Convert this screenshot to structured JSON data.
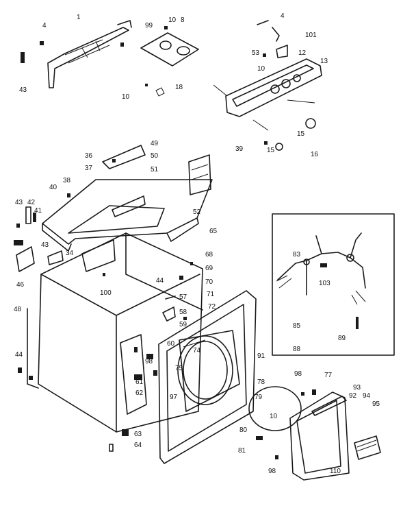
{
  "diagram": {
    "callouts": [
      {
        "id": "1",
        "text": "1"
      },
      {
        "id": "4",
        "text": "4"
      },
      {
        "id": "43a",
        "text": "43"
      },
      {
        "id": "10a",
        "text": "10"
      },
      {
        "id": "8",
        "text": "8"
      },
      {
        "id": "99",
        "text": "99"
      },
      {
        "id": "10b",
        "text": "10"
      },
      {
        "id": "18",
        "text": "18"
      },
      {
        "id": "4b",
        "text": "4"
      },
      {
        "id": "101",
        "text": "101"
      },
      {
        "id": "53",
        "text": "53"
      },
      {
        "id": "12",
        "text": "12"
      },
      {
        "id": "10c",
        "text": "10"
      },
      {
        "id": "13",
        "text": "13"
      },
      {
        "id": "15a",
        "text": "15"
      },
      {
        "id": "39",
        "text": "39"
      },
      {
        "id": "15b",
        "text": "15"
      },
      {
        "id": "16",
        "text": "16"
      },
      {
        "id": "49",
        "text": "49"
      },
      {
        "id": "36",
        "text": "36"
      },
      {
        "id": "50",
        "text": "50"
      },
      {
        "id": "37",
        "text": "37"
      },
      {
        "id": "51",
        "text": "51"
      },
      {
        "id": "38",
        "text": "38"
      },
      {
        "id": "40",
        "text": "40"
      },
      {
        "id": "43b",
        "text": "43"
      },
      {
        "id": "42",
        "text": "42"
      },
      {
        "id": "41",
        "text": "41"
      },
      {
        "id": "43c",
        "text": "43"
      },
      {
        "id": "52",
        "text": "52"
      },
      {
        "id": "65",
        "text": "65"
      },
      {
        "id": "34",
        "text": "34"
      },
      {
        "id": "46",
        "text": "46"
      },
      {
        "id": "68",
        "text": "68"
      },
      {
        "id": "69",
        "text": "69"
      },
      {
        "id": "44a",
        "text": "44"
      },
      {
        "id": "70",
        "text": "70"
      },
      {
        "id": "100",
        "text": "100"
      },
      {
        "id": "71",
        "text": "71"
      },
      {
        "id": "48",
        "text": "48"
      },
      {
        "id": "57",
        "text": "57"
      },
      {
        "id": "72",
        "text": "72"
      },
      {
        "id": "58",
        "text": "58"
      },
      {
        "id": "59",
        "text": "59"
      },
      {
        "id": "60",
        "text": "60"
      },
      {
        "id": "44b",
        "text": "44"
      },
      {
        "id": "74",
        "text": "74"
      },
      {
        "id": "98a",
        "text": "98"
      },
      {
        "id": "61",
        "text": "61"
      },
      {
        "id": "62",
        "text": "62"
      },
      {
        "id": "75",
        "text": "75"
      },
      {
        "id": "97",
        "text": "97"
      },
      {
        "id": "91",
        "text": "91"
      },
      {
        "id": "78",
        "text": "78"
      },
      {
        "id": "79",
        "text": "79"
      },
      {
        "id": "63",
        "text": "63"
      },
      {
        "id": "64",
        "text": "64"
      },
      {
        "id": "83",
        "text": "83"
      },
      {
        "id": "103",
        "text": "103"
      },
      {
        "id": "85",
        "text": "85"
      },
      {
        "id": "89",
        "text": "89"
      },
      {
        "id": "88",
        "text": "88"
      },
      {
        "id": "98b",
        "text": "98"
      },
      {
        "id": "77",
        "text": "77"
      },
      {
        "id": "93",
        "text": "93"
      },
      {
        "id": "92",
        "text": "92"
      },
      {
        "id": "94",
        "text": "94"
      },
      {
        "id": "95",
        "text": "95"
      },
      {
        "id": "10d",
        "text": "10"
      },
      {
        "id": "80",
        "text": "80"
      },
      {
        "id": "81",
        "text": "81"
      },
      {
        "id": "98c",
        "text": "98"
      },
      {
        "id": "110",
        "text": "110"
      }
    ]
  }
}
